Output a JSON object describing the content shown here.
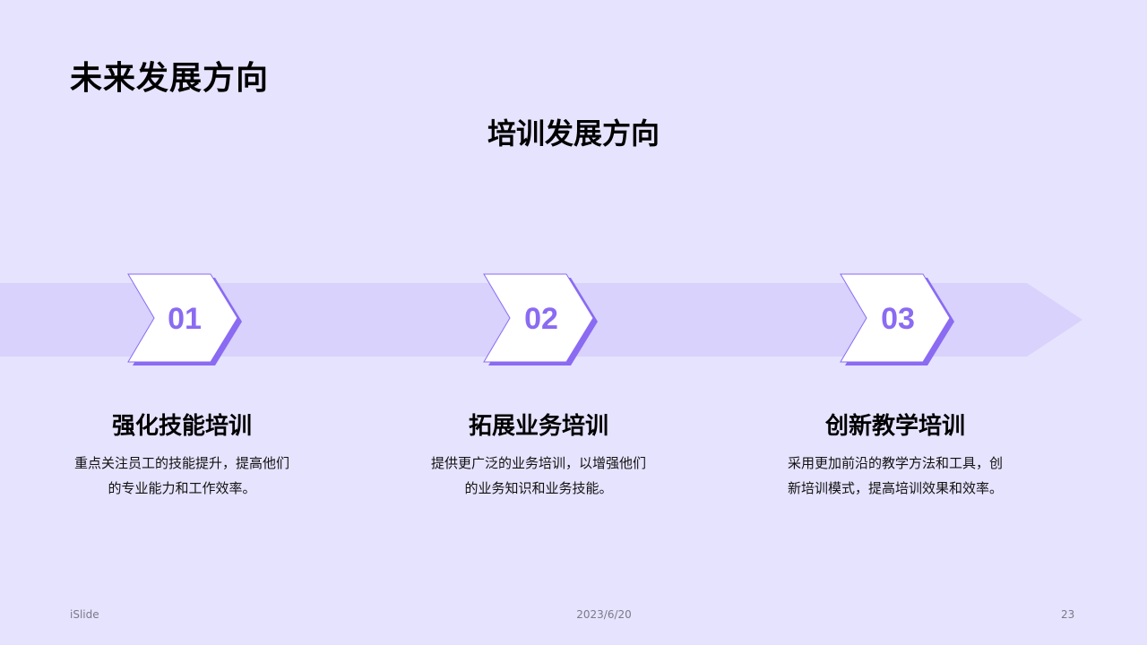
{
  "header": {
    "title": "未来发展方向",
    "subtitle": "培训发展方向"
  },
  "steps": [
    {
      "number": "01",
      "title": "强化技能培训",
      "desc": "重点关注员工的技能提升，提高他们的专业能力和工作效率。"
    },
    {
      "number": "02",
      "title": "拓展业务培训",
      "desc": "提供更广泛的业务培训，以增强他们的业务知识和业务技能。"
    },
    {
      "number": "03",
      "title": "创新教学培训",
      "desc": "采用更加前沿的教学方法和工具，创新培训模式，提高培训效果和效率。"
    }
  ],
  "footer": {
    "left": "iSlide",
    "center": "2023/6/20",
    "right": "23"
  },
  "colors": {
    "background": "#E6E3FE",
    "band": "#D8D2FC",
    "accent": "#8A6BF2",
    "chevron_fill": "#FFFFFF"
  }
}
